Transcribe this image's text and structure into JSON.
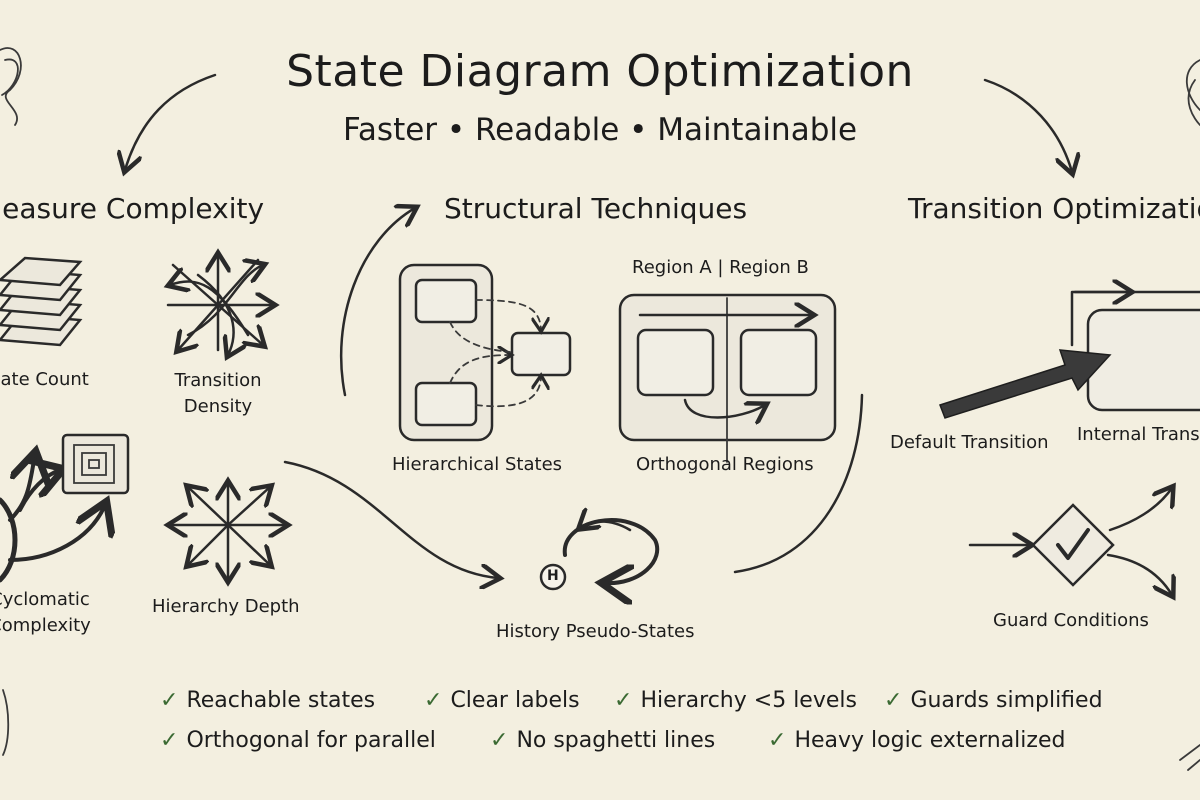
{
  "header": {
    "title": "State Diagram Optimization",
    "subtitle": "Faster • Readable • Maintainable"
  },
  "sections": {
    "measure": {
      "title": "Measure Complexity",
      "items": [
        "State Count",
        "Transition Density",
        "Cyclomatic Complexity",
        "Hierarchy Depth"
      ]
    },
    "structural": {
      "title": "Structural Techniques",
      "region_header": "Region A | Region B",
      "items": [
        "Hierarchical States",
        "Orthogonal Regions",
        "History Pseudo-States"
      ],
      "history_symbol": "H"
    },
    "transition": {
      "title": "Transition Optimization",
      "items": [
        "Default Transition",
        "Internal Transition",
        "Guard Conditions"
      ]
    }
  },
  "checklist": {
    "mark": "✓",
    "check_color": "#3b6a33",
    "items": [
      "Reachable states",
      "Clear labels",
      "Hierarchy <5 levels",
      "Guards simplified",
      "Orthogonal for parallel",
      "No spaghetti lines",
      "Heavy logic externalized"
    ]
  },
  "colors": {
    "background": "#f3efe0",
    "ink": "#2a2a2a"
  }
}
